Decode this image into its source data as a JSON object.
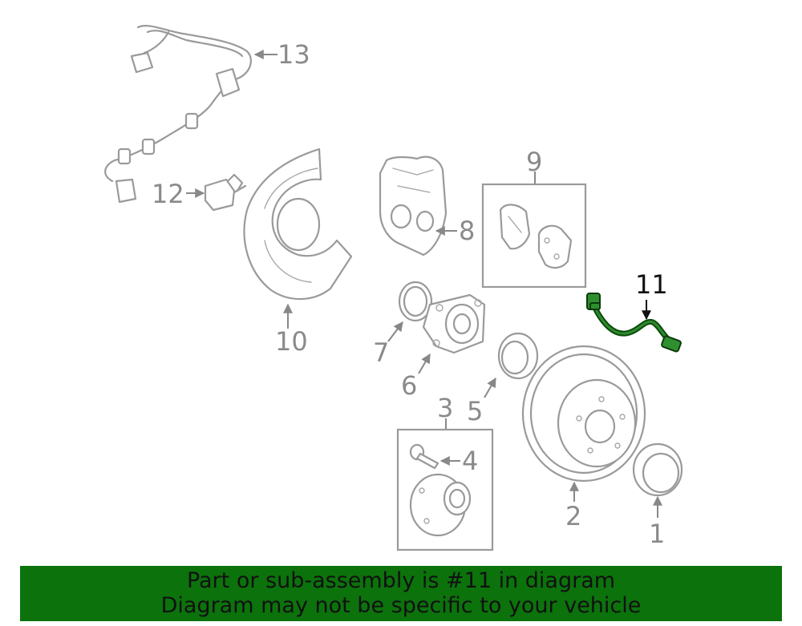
{
  "diagram": {
    "highlight_color": "#0c720c",
    "callouts": {
      "c1": "1",
      "c2": "2",
      "c3": "3",
      "c4": "4",
      "c5": "5",
      "c6": "6",
      "c7": "7",
      "c8": "8",
      "c9": "9",
      "c10": "10",
      "c11": "11",
      "c12": "12",
      "c13": "13"
    },
    "highlighted_callout": "11"
  },
  "banner": {
    "line1": "Part or sub-assembly is #11 in diagram",
    "line2": "Diagram may not be specific to your vehicle",
    "background": "#0c720c"
  }
}
